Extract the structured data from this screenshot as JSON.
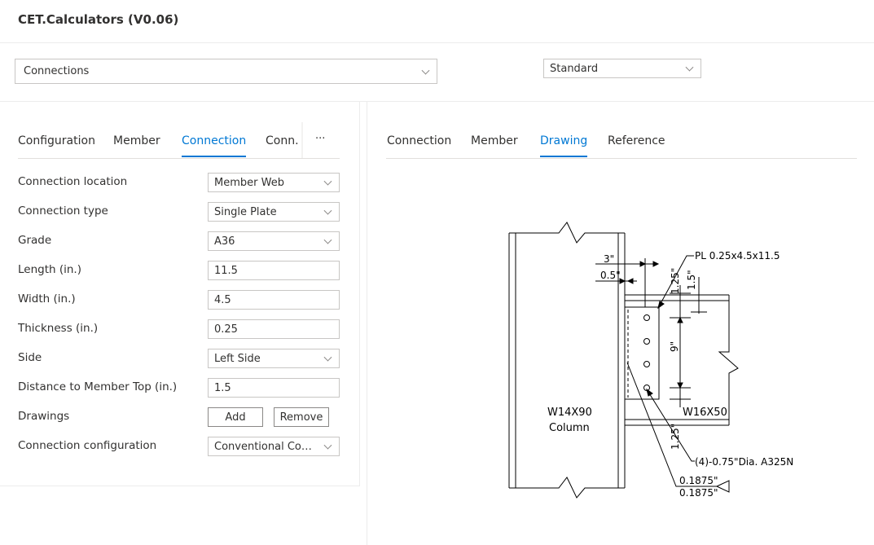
{
  "app": {
    "title": "CET.Calculators (V0.06)"
  },
  "calculator_select": {
    "value": "Connections"
  },
  "standard_select": {
    "value": "Standard"
  },
  "left_tabs": {
    "items": [
      "Configuration",
      "Member",
      "Connection",
      "Conn. T"
    ],
    "active": "Connection",
    "overflow": "···"
  },
  "form": {
    "location_label": "Connection location",
    "location_value": "Member Web",
    "type_label": "Connection type",
    "type_value": "Single Plate",
    "grade_label": "Grade",
    "grade_value": "A36",
    "length_label": "Length (in.)",
    "length_value": "11.5",
    "width_label": "Width (in.)",
    "width_value": "4.5",
    "thickness_label": "Thickness (in.)",
    "thickness_value": "0.25",
    "side_label": "Side",
    "side_value": "Left Side",
    "distance_label": "Distance to Member Top (in.)",
    "distance_value": "1.5",
    "drawings_label": "Drawings",
    "add_label": "Add",
    "remove_label": "Remove",
    "config_label": "Connection configuration",
    "config_value": "Conventional Conf..."
  },
  "right_tabs": {
    "items": [
      "Connection",
      "Member",
      "Drawing",
      "Reference"
    ],
    "active": "Drawing"
  },
  "drawing": {
    "plate_label": "PL 0.25x4.5x11.5",
    "dim_3": "3\"",
    "dim_05": "0.5\"",
    "dim_125_top": "1.25\"",
    "dim_15": "1.5\"",
    "dim_9": "9\"",
    "dim_125_bot": "1.25\"",
    "column_line1": "W14X90",
    "column_line2": "Column",
    "beam_label": "W16X50",
    "bolts_label": "(4)-0.75\"Dia. A325N",
    "weld1": "0.1875\"",
    "weld2": "0.1875\""
  }
}
